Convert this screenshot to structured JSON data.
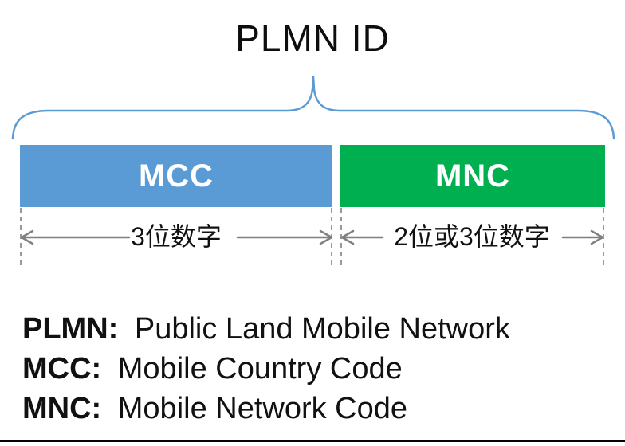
{
  "title": "PLMN ID",
  "diagram": {
    "brace_color": "#5B9BD5",
    "arrow_color": "#808080",
    "dash_color": "#999999",
    "fields": [
      {
        "label": "MCC",
        "color": "#5B9BD5",
        "width_label": "3位数字"
      },
      {
        "label": "MNC",
        "color": "#00B050",
        "width_label": "2位或3位数字"
      }
    ]
  },
  "legend": [
    {
      "term": "PLMN:",
      "definition": "Public Land Mobile Network"
    },
    {
      "term": "MCC:",
      "definition": "Mobile Country Code"
    },
    {
      "term": "MNC:",
      "definition": "Mobile Network Code"
    }
  ]
}
